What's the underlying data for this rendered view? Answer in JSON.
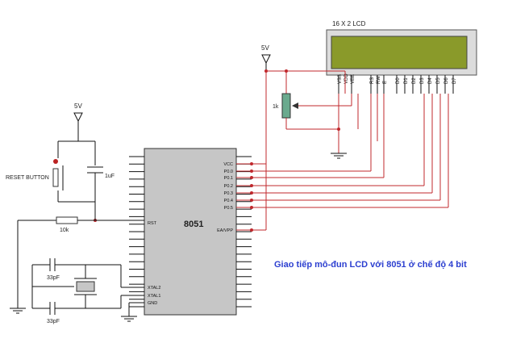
{
  "lcd": {
    "title": "16 X 2 LCD",
    "pins": [
      "VSS",
      "VDD",
      "VEE",
      "RS",
      "RW",
      "E",
      "D0",
      "D1",
      "D2",
      "D3",
      "D4",
      "D5",
      "D6",
      "D7"
    ]
  },
  "mcu": {
    "name": "8051",
    "left_pins": [
      "RST",
      "XTAL2",
      "XTAL1",
      "GND"
    ],
    "right_pins": [
      "VCC",
      "P0.0",
      "P0.1",
      "P0.2",
      "P0.3",
      "P0.4",
      "P0.5",
      "EA/VPP"
    ]
  },
  "power": {
    "label_lcd": "5V",
    "label_reset": "5V"
  },
  "components": {
    "pot": "1k",
    "reset_button": "RESET BUTTON",
    "reset_cap": "1uF",
    "resistor": "10k",
    "cap1": "33pF",
    "cap2": "33pF"
  },
  "caption": "Giao tiếp mô-đun LCD với 8051 ở chế độ 4 bit",
  "colors": {
    "wire": "#c0282d",
    "lcd_screen": "#8a9a2a",
    "chip_fill": "#c6c6c6",
    "pot_fill": "#6aaa8e",
    "caption": "#2c3fd0"
  }
}
